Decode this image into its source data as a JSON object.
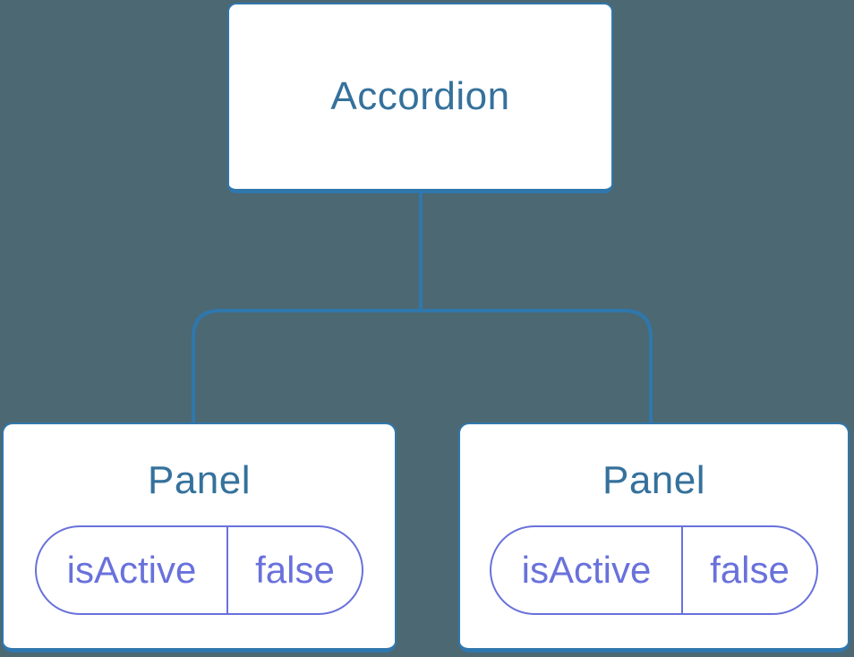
{
  "diagram": {
    "kind": "component-tree",
    "root": {
      "label": "Accordion"
    },
    "children": [
      {
        "label": "Panel",
        "state": {
          "key": "isActive",
          "value": "false"
        }
      },
      {
        "label": "Panel",
        "state": {
          "key": "isActive",
          "value": "false"
        }
      }
    ]
  },
  "colors": {
    "background": "#4C6873",
    "node_background": "#FFFFFF",
    "node_border": "#2F77AD",
    "node_text": "#35719C",
    "connector": "#2F77AD",
    "state_accent": "#6971DB"
  }
}
